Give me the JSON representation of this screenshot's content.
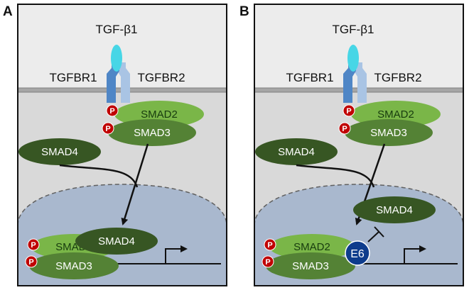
{
  "panels": [
    {
      "letter": "A",
      "ligand_label": "TGF-β1",
      "receptor1_label": "TGFBR1",
      "receptor2_label": "TGFBR2",
      "cytoplasm": {
        "smad2_label": "SMAD2",
        "smad3_label": "SMAD3",
        "smad4_label": "SMAD4",
        "phospho_label": "P"
      },
      "nucleus": {
        "smad2_label": "SMAD2",
        "smad3_label": "SMAD3",
        "smad4_label": "SMAD4",
        "phospho_label": "P"
      }
    },
    {
      "letter": "B",
      "ligand_label": "TGF-β1",
      "receptor1_label": "TGFBR1",
      "receptor2_label": "TGFBR2",
      "cytoplasm": {
        "smad2_label": "SMAD2",
        "smad3_label": "SMAD3",
        "smad4_label": "SMAD4",
        "phospho_label": "P"
      },
      "nucleus": {
        "smad2_label": "SMAD2",
        "smad3_label": "SMAD3",
        "smad4_label": "SMAD4",
        "e6_label": "E6",
        "phospho_label": "P"
      }
    }
  ],
  "colors": {
    "extracellular": "#ececec",
    "cytoplasm": "#d9d9d9",
    "membrane": "#a6a6a6",
    "nucleus": "#a9b8ce",
    "smad2": "#7ab648",
    "smad3": "#548235",
    "smad4": "#375623",
    "receptor1": "#4f86c6",
    "receptor2": "#a9c4e4",
    "ligand": "#47d6e6",
    "phospho": "#c00000",
    "e6": "#0e3c8c"
  }
}
